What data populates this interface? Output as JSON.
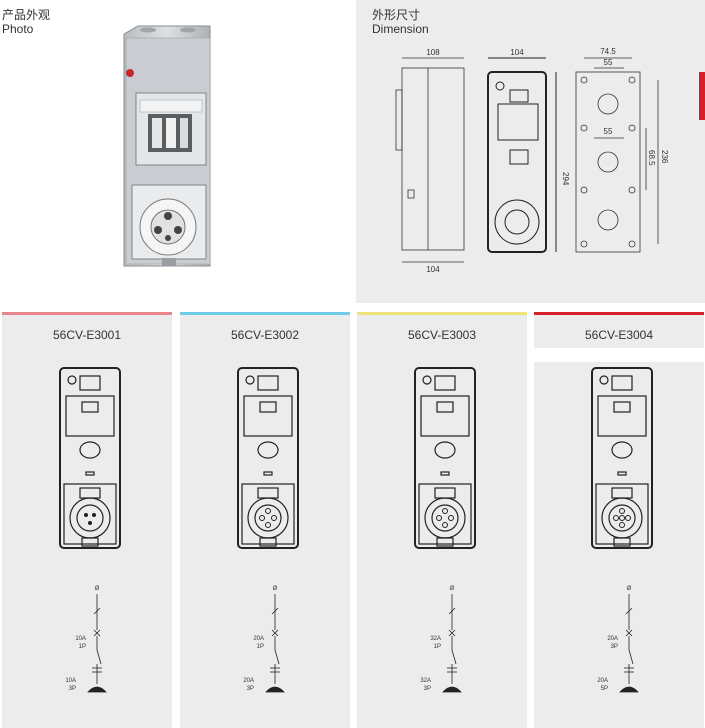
{
  "photo": {
    "title_cn": "产品外观",
    "title_en": "Photo"
  },
  "dimension": {
    "title_cn": "外形尺寸",
    "title_en": "Dimension",
    "labels": {
      "top_left": "108",
      "top_mid": "104",
      "top_right": "74.5",
      "inner_top": "55",
      "inner_mid": "55",
      "height_total": "294",
      "height_right": "236",
      "height_inner": "68.5",
      "bottom_left": "104"
    }
  },
  "models": [
    {
      "name": "56CV-E3001",
      "bar_color": "#e8848b",
      "breaker": "10A",
      "breaker_poles": "1P",
      "socket": "10A",
      "socket_poles": "3P"
    },
    {
      "name": "56CV-E3002",
      "bar_color": "#6fcde8",
      "breaker": "20A",
      "breaker_poles": "1P",
      "socket": "20A",
      "socket_poles": "3P"
    },
    {
      "name": "56CV-E3003",
      "bar_color": "#ede47a",
      "breaker": "32A",
      "breaker_poles": "1P",
      "socket": "32A",
      "socket_poles": "3P"
    },
    {
      "name": "56CV-E3004",
      "bar_color": "#d4212d",
      "breaker": "20A",
      "breaker_poles": "3P",
      "socket": "20A",
      "socket_poles": "5P"
    }
  ],
  "phase_symbol": "Ø"
}
